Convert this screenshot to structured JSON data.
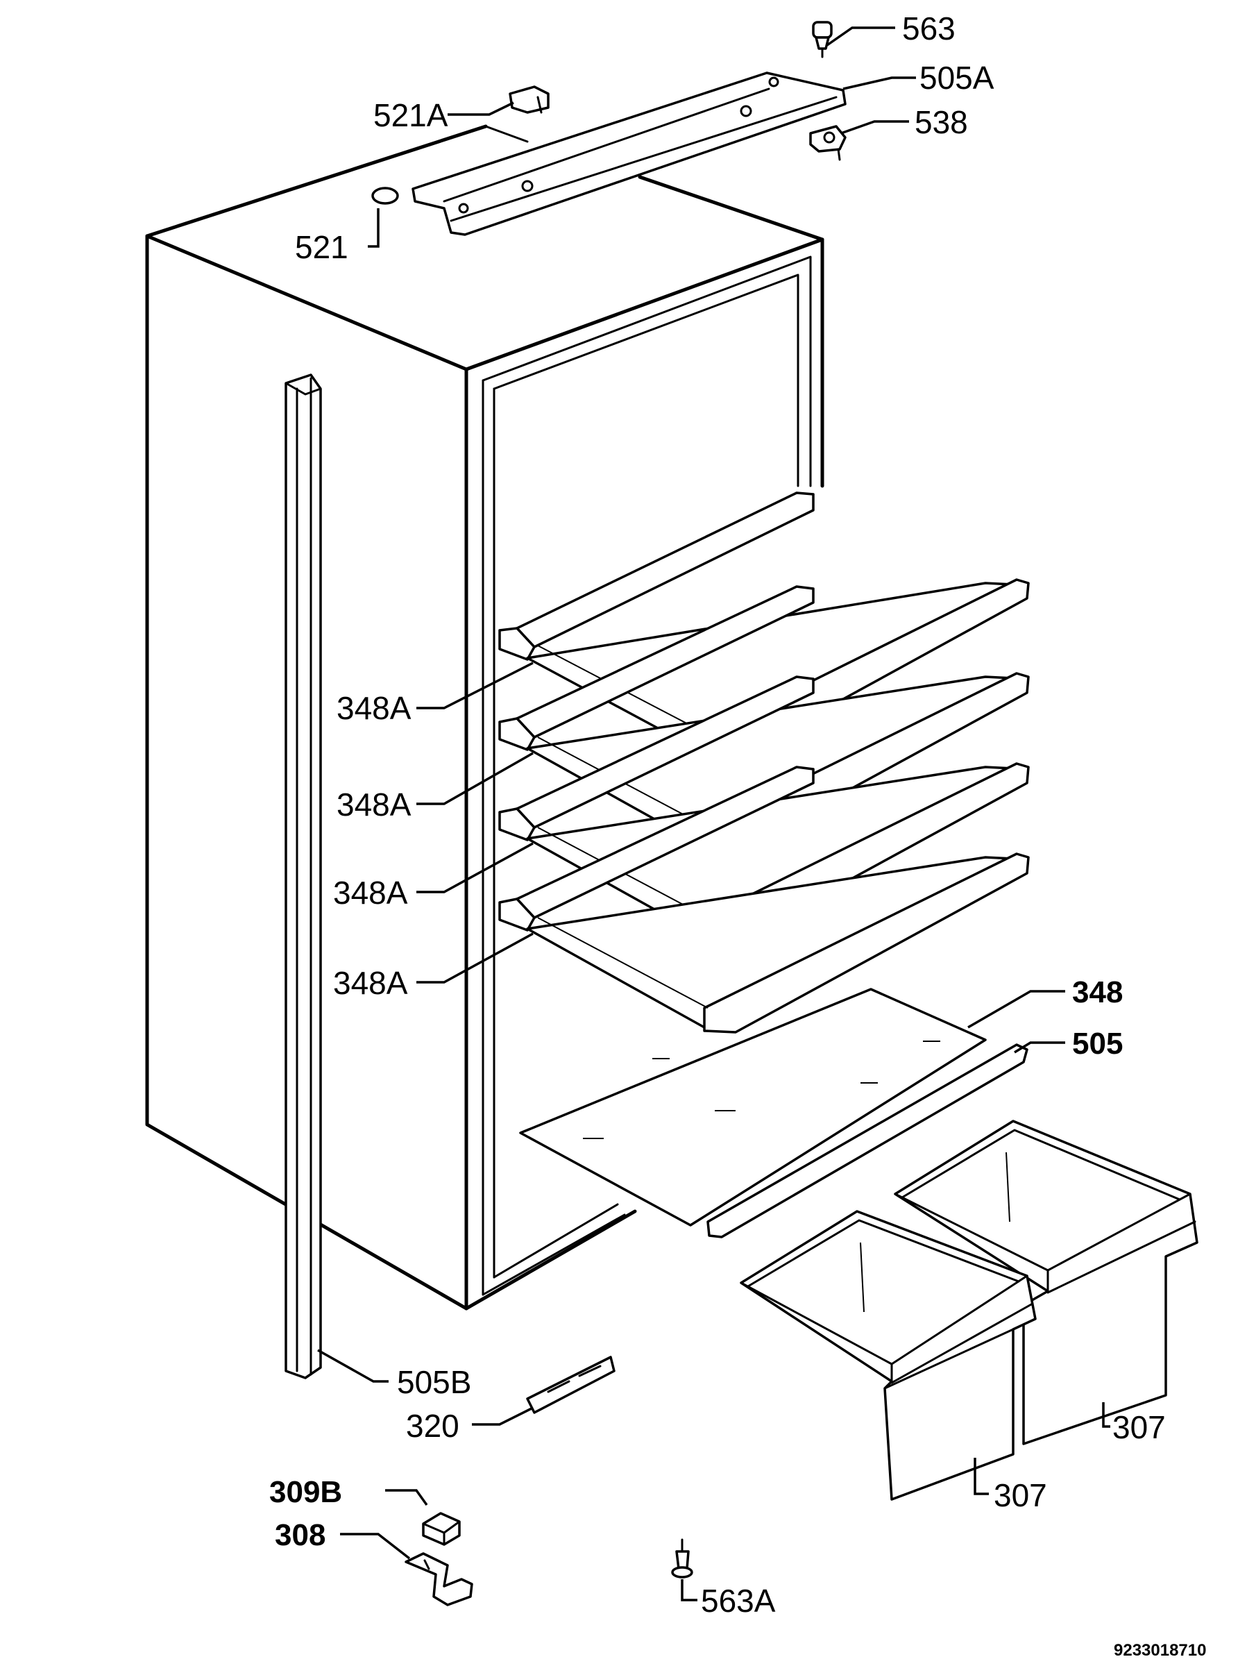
{
  "diagram": {
    "labels": {
      "p563": "563",
      "p505a": "505A",
      "p538": "538",
      "p521a": "521A",
      "p521": "521",
      "p348a_1": "348A",
      "p348a_2": "348A",
      "p348a_3": "348A",
      "p348a_4": "348A",
      "p348": "348",
      "p505": "505",
      "p505b": "505B",
      "p320": "320",
      "p307_right": "307",
      "p307_left": "307",
      "p309b": "309B",
      "p308": "308",
      "p563a": "563A"
    },
    "drawing_number": "9233018710"
  }
}
